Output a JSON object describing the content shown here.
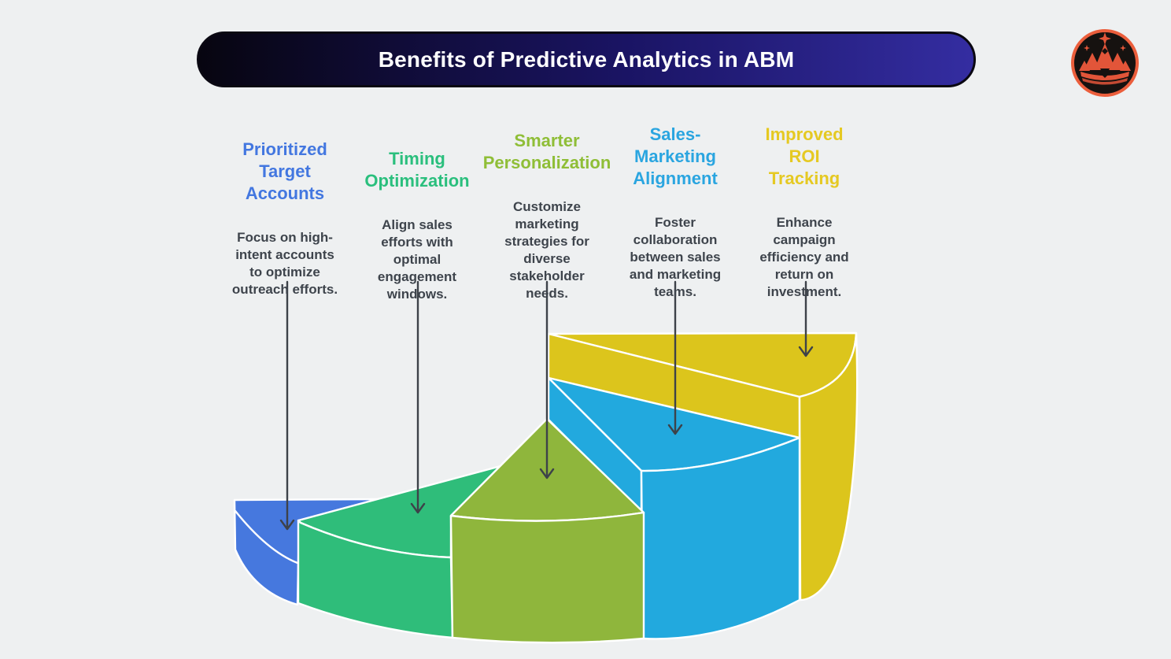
{
  "page_title": "Benefits of Predictive Analytics in ABM infographic",
  "header": {
    "title": "Benefits of Predictive Analytics in ABM"
  },
  "logo": {
    "description": "crown of mountain peaks with stars in dark circle with orange ring"
  },
  "columns": [
    {
      "title_lines": [
        "Prioritized",
        "Target",
        "Accounts"
      ],
      "title_color": "#4377e0",
      "body_lines": [
        "Focus on high-",
        "intent accounts",
        "to optimize",
        "outreach efforts."
      ]
    },
    {
      "title_lines": [
        "Timing",
        "Optimization"
      ],
      "title_color": "#2abf7d",
      "body_lines": [
        "Align sales",
        "efforts with",
        "optimal",
        "engagement",
        "windows."
      ]
    },
    {
      "title_lines": [
        "Smarter",
        "Personalization"
      ],
      "title_color": "#8fbe37",
      "body_lines": [
        "Customize",
        "marketing",
        "strategies for",
        "diverse",
        "stakeholder",
        "needs."
      ]
    },
    {
      "title_lines": [
        "Sales-",
        "Marketing",
        "Alignment"
      ],
      "title_color": "#2aa5e0",
      "body_lines": [
        "Foster",
        "collaboration",
        "between sales",
        "and marketing",
        "teams."
      ]
    },
    {
      "title_lines": [
        "Improved",
        "ROI",
        "Tracking"
      ],
      "title_color": "#e5c922",
      "body_lines": [
        "Enhance",
        "campaign",
        "efficiency and",
        "return on",
        "investment."
      ]
    }
  ],
  "chart_data": {
    "type": "pie",
    "variant": "3d fan pie, slice heights ascending left to right, no numeric labels shown",
    "legend_position": "none",
    "grid": false,
    "edge_color": "#ffffff",
    "segments": [
      {
        "label": "Prioritized Target Accounts",
        "color": "#4678de",
        "relative_height": 1
      },
      {
        "label": "Timing Optimization",
        "color": "#2fbd7a",
        "relative_height": 2
      },
      {
        "label": "Smarter Personalization",
        "color": "#8fb63c",
        "relative_height": 3
      },
      {
        "label": "Sales-Marketing Alignment",
        "color": "#22a9de",
        "relative_height": 4
      },
      {
        "label": "Improved ROI Tracking",
        "color": "#dcc51c",
        "relative_height": 5
      }
    ]
  },
  "css_vars": {
    "bg": "#eef0f1",
    "body-text": "#3e444c",
    "arrow": "#3d4249",
    "banner-l": "#070510",
    "banner-m": "#1a1464",
    "banner-r": "#342da1",
    "seg1": "#4678de",
    "seg2": "#2fbd7a",
    "seg3": "#8fb63c",
    "seg4": "#22a9de",
    "seg5": "#dcc51c",
    "c1": "#4377e0",
    "c2": "#2abf7d",
    "c3": "#8fbe37",
    "c4": "#2aa5e0",
    "c5": "#e5c922",
    "logo-ring": "#eb5e3c",
    "logo-bg": "#161210",
    "logo-art": "#e25539"
  }
}
